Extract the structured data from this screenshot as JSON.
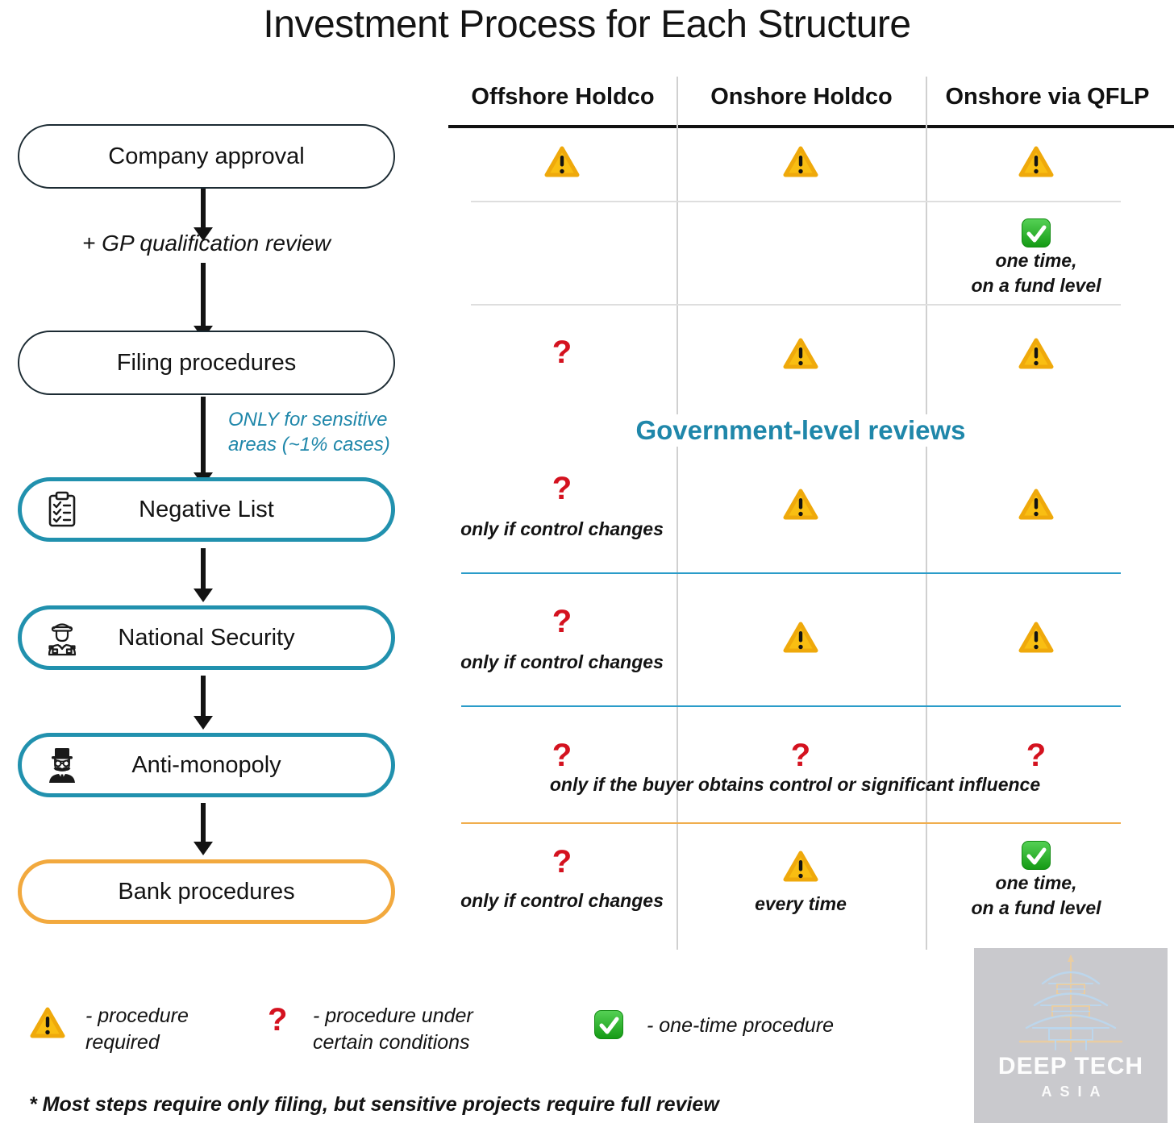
{
  "title": "Investment Process for Each Structure",
  "symbols": {
    "question": "?"
  },
  "colors": {
    "teal_border": "#2191ae",
    "teal_text": "#1f87aa",
    "orange_border": "#f2a93e",
    "red_question": "#d4121f",
    "warning_yellow": "#f9be12",
    "check_green": "#1fa423",
    "blue_row_line": "#2a9cc9",
    "orange_row_line": "#f0ae4e"
  },
  "flow": {
    "steps": [
      {
        "label": "Company approval",
        "icon": ""
      },
      {
        "label": "Filing procedures",
        "icon": ""
      },
      {
        "label": "Negative List",
        "icon": "checklist"
      },
      {
        "label": "National Security",
        "icon": "officer"
      },
      {
        "label": "Anti-monopoly",
        "icon": "monopoly"
      },
      {
        "label": "Bank procedures",
        "icon": ""
      }
    ],
    "gp_note": "+ GP qualification review",
    "sensitive_note_line1": "ONLY for sensitive",
    "sensitive_note_line2": "areas (~1% cases)"
  },
  "table": {
    "columns": [
      "Offshore Holdco",
      "Onshore Holdco",
      "Onshore via QFLP"
    ],
    "gov_label": "Government-level reviews",
    "matrix": [
      {
        "step": "Company approval",
        "offshore": {
          "icon": "warn"
        },
        "onshore": {
          "icon": "warn"
        },
        "qflp": {
          "icon": "warn"
        }
      },
      {
        "step": "+ GP qualification review",
        "qflp": {
          "icon": "check",
          "caption_line1": "one time,",
          "caption_line2": "on a fund level"
        }
      },
      {
        "step": "Filing procedures",
        "offshore": {
          "icon": "question"
        },
        "onshore": {
          "icon": "warn"
        },
        "qflp": {
          "icon": "warn"
        }
      },
      {
        "step": "Negative List",
        "offshore": {
          "icon": "question",
          "caption": "only if control changes"
        },
        "onshore": {
          "icon": "warn"
        },
        "qflp": {
          "icon": "warn"
        }
      },
      {
        "step": "National Security",
        "offshore": {
          "icon": "question",
          "caption": "only if control changes"
        },
        "onshore": {
          "icon": "warn"
        },
        "qflp": {
          "icon": "warn"
        }
      },
      {
        "step": "Anti-monopoly",
        "offshore": {
          "icon": "question"
        },
        "onshore": {
          "icon": "question"
        },
        "qflp": {
          "icon": "question"
        },
        "span_caption": "only if the buyer obtains control or significant influence"
      },
      {
        "step": "Bank procedures",
        "offshore": {
          "icon": "question",
          "caption": "only if control changes"
        },
        "onshore": {
          "icon": "warn",
          "caption": "every time"
        },
        "qflp": {
          "icon": "check",
          "caption_line1": "one time,",
          "caption_line2": "on a fund level"
        }
      }
    ]
  },
  "legend": {
    "items": [
      {
        "icon": "warn",
        "line1": "- procedure",
        "line2": "required"
      },
      {
        "icon": "question",
        "line1": "- procedure under",
        "line2": "certain conditions"
      },
      {
        "icon": "check",
        "line1": "- one-time procedure",
        "line2": ""
      }
    ]
  },
  "footnote": "* Most steps require only filing, but sensitive projects require full review",
  "logo": {
    "icon": "pagoda",
    "line1": "DEEP TECH",
    "line2": "ASIA"
  }
}
